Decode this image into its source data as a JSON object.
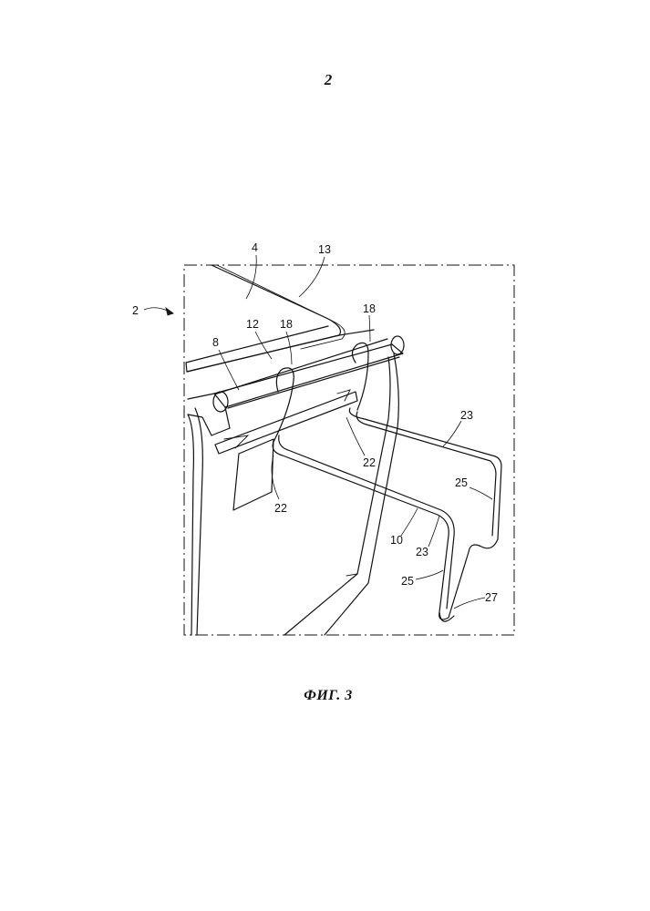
{
  "page_number": "2",
  "caption": "ФИГ. 3",
  "reference_labels": {
    "assembly": "2",
    "lid": "4",
    "rim": "13",
    "hinge_bar": "8",
    "hinge_axis": "12",
    "hook_left": "18",
    "hook_right": "18",
    "bend_left": "22",
    "bend_right": "22",
    "wire_frame": "10",
    "arm_upper": "23",
    "arm_lower": "23",
    "leg_upper": "25",
    "leg_lower": "25",
    "foot": "27"
  },
  "colors": {
    "ink": "#111111",
    "background": "#ffffff"
  }
}
